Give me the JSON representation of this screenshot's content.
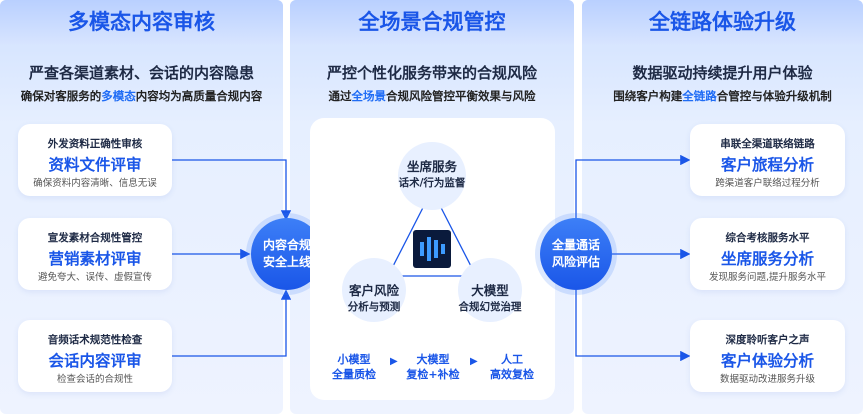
{
  "colors": {
    "accent": "#1a56e8",
    "highlight": "#1f6cf5",
    "panel_bg": "#e6efff",
    "text": "#1e2a45"
  },
  "panel1": {
    "title": "多模态内容审核",
    "subtitle": "严查各渠道素材、会话的内容隐患",
    "desc_pre": "确保对客服务的",
    "desc_hl": "多模态",
    "desc_post": "内容均为高质量合规内容",
    "cards": [
      {
        "top": "外发资料正确性审核",
        "main": "资料文件评审",
        "bottom": "确保资料内容清晰、信息无误"
      },
      {
        "top": "宣发素材合规性管控",
        "main": "营销素材评审",
        "bottom": "避免夸大、误传、虚假宣传"
      },
      {
        "top": "音频话术规范性检查",
        "main": "会话内容评审",
        "bottom": "检查会话的合规性"
      }
    ],
    "hub_line1": "内容合规",
    "hub_line2": "安全上线"
  },
  "panel2": {
    "title": "全场景合规管控",
    "subtitle": "严控个性化服务带来的合规风险",
    "desc_pre": "通过",
    "desc_hl": "全场景",
    "desc_post": "合规风险管控平衡效果与风险",
    "nodes": {
      "top": {
        "line1": "坐席服务",
        "line2": "话术/行为监督"
      },
      "left": {
        "line1": "客户风险",
        "line2": "分析与预测"
      },
      "right": {
        "line1": "大模型",
        "line2": "合规幻觉治理"
      }
    },
    "logo_icon": "sound-wave-logo-icon",
    "flow": [
      {
        "line1": "小模型",
        "line2": "全量质检"
      },
      {
        "line1": "大模型",
        "line2": "复检+补检"
      },
      {
        "line1": "人工",
        "line2": "高效复检"
      }
    ]
  },
  "panel3": {
    "title": "全链路体验升级",
    "subtitle": "数据驱动持续提升用户体验",
    "desc_pre": "围绕客户构建",
    "desc_hl": "全链路",
    "desc_post": "合管控与体验升级机制",
    "cards": [
      {
        "top": "串联全渠道联络链路",
        "main": "客户旅程分析",
        "bottom": "跨渠道客户联络过程分析"
      },
      {
        "top": "综合考核服务水平",
        "main": "坐席服务分析",
        "bottom": "发现服务问题,提升服务水平"
      },
      {
        "top": "深度聆听客户之声",
        "main": "客户体验分析",
        "bottom": "数据驱动改进服务升级"
      }
    ],
    "hub_line1": "全量通话",
    "hub_line2": "风险评估"
  }
}
